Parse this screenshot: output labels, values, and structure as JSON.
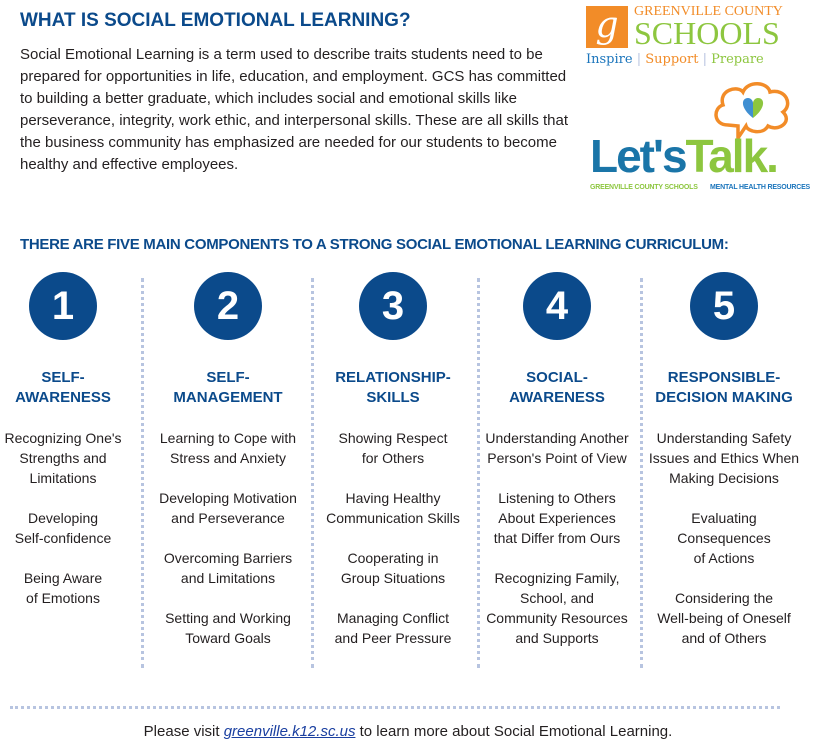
{
  "title": "WHAT IS SOCIAL EMOTIONAL LEARNING?",
  "intro": "Social Emotional Learning is a term used to describe traits students need to be prepared for opportunities in life, education, and employment. GCS has committed to building a better graduate, which includes social and emotional skills like perseverance, integrity, work ethic, and interpersonal skills. These are all skills that the business community has emphasized are needed for our students to become healthy and effective employees.",
  "subtitle": "THERE ARE FIVE MAIN COMPONENTS TO A STRONG SOCIAL EMOTIONAL LEARNING CURRICULUM:",
  "logo_gcs": {
    "line1": "GREENVILLE COUNTY",
    "line2": "SCHOOLS",
    "inspire": "Inspire",
    "support": "Support",
    "prepare": "Prepare",
    "sep": "|"
  },
  "logo_letstalk": {
    "lets": "Let's",
    "talk": "Talk.",
    "left": "GREENVILLE COUNTY SCHOOLS",
    "right": "MENTAL HEALTH RESOURCES"
  },
  "components": [
    {
      "number": "1",
      "heading": "SELF-\nAWARENESS",
      "items": [
        "Recognizing One's\nStrengths and\nLimitations",
        "Developing\nSelf-confidence",
        "Being Aware\nof Emotions"
      ]
    },
    {
      "number": "2",
      "heading": "SELF-\nMANAGEMENT",
      "items": [
        "Learning to Cope with\nStress and Anxiety",
        "Developing Motivation\nand Perseverance",
        "Overcoming Barriers\nand Limitations",
        "Setting and Working\nToward Goals"
      ]
    },
    {
      "number": "3",
      "heading": "RELATIONSHIP-\nSKILLS",
      "items": [
        "Showing Respect\nfor Others",
        "Having Healthy\nCommunication Skills",
        "Cooperating in\nGroup Situations",
        "Managing Conflict\nand Peer Pressure"
      ]
    },
    {
      "number": "4",
      "heading": "SOCIAL-\nAWARENESS",
      "items": [
        "Understanding Another\nPerson's Point of View",
        "Listening to Others\nAbout Experiences\nthat Differ from Ours",
        "Recognizing Family,\nSchool, and\nCommunity Resources\nand Supports"
      ]
    },
    {
      "number": "5",
      "heading": "RESPONSIBLE-\nDECISION MAKING",
      "items": [
        "Understanding Safety\nIssues and Ethics When\nMaking Decisions",
        "Evaluating\nConsequences\nof Actions",
        "Considering the\nWell-being of Oneself\nand of Others"
      ]
    }
  ],
  "footer": {
    "before": "Please visit ",
    "link": "greenville.k12.sc.us",
    "after": " to learn more about Social Emotional Learning."
  }
}
